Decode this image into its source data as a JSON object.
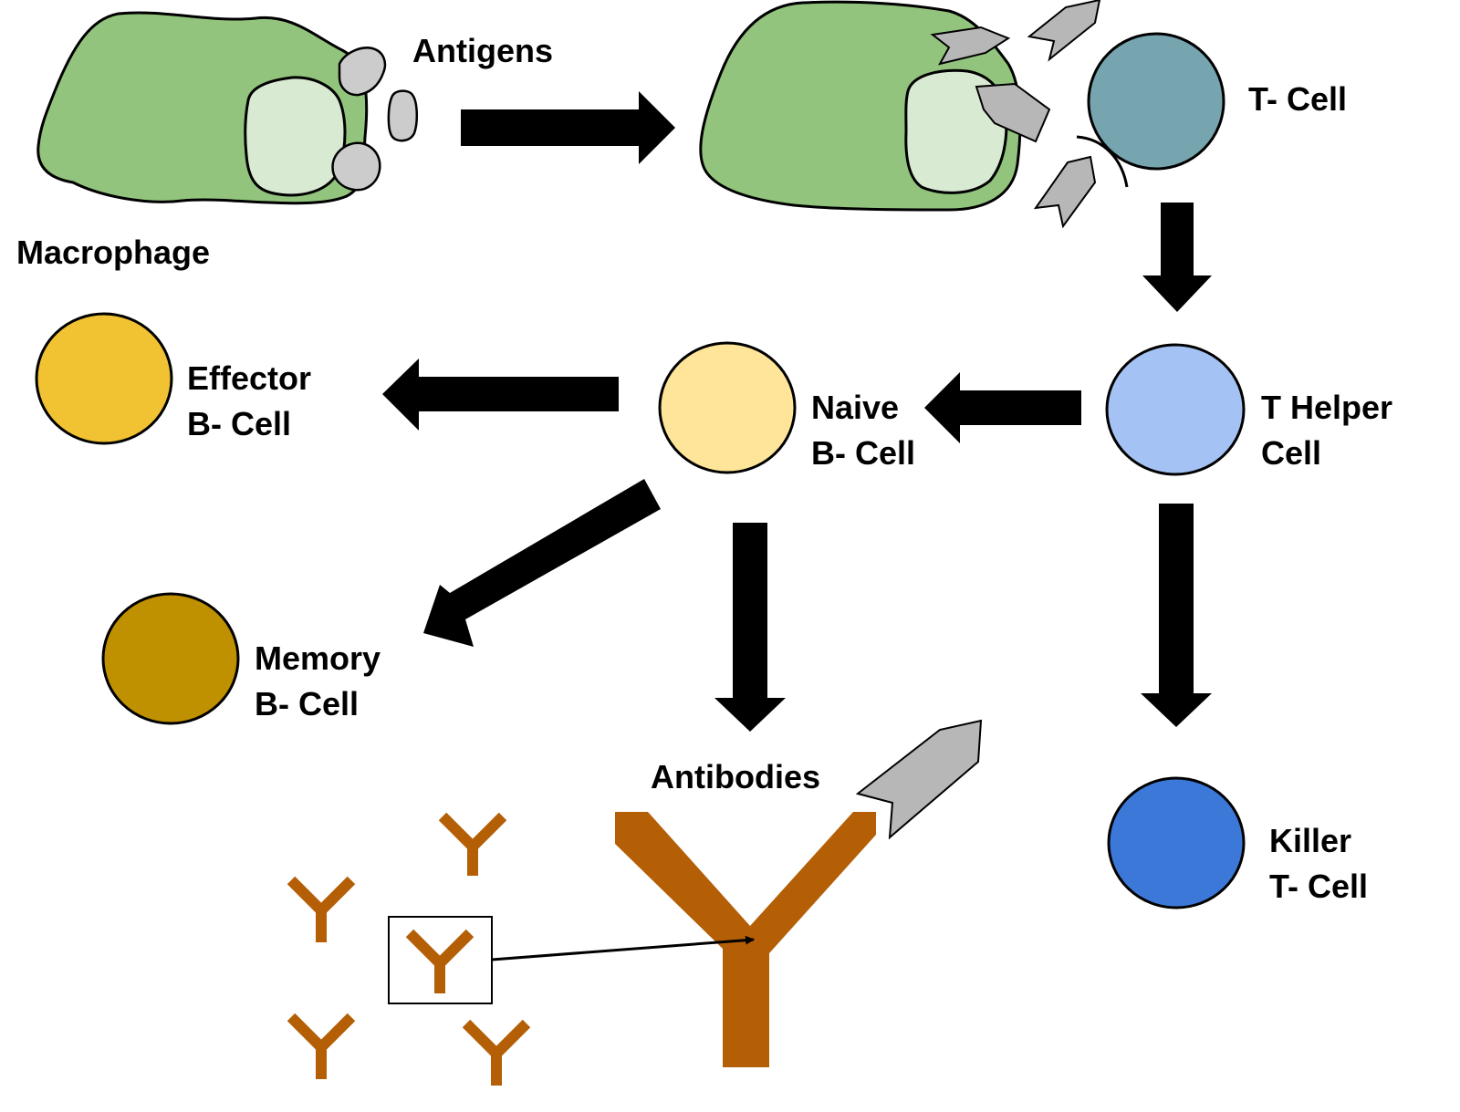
{
  "labels": {
    "macrophage": "Macrophage",
    "antigens": "Antigens",
    "t_cell": "T- Cell",
    "t_helper_line1": "T Helper",
    "t_helper_line2": "Cell",
    "naive_line1": "Naive",
    "naive_line2": "B- Cell",
    "effector_line1": "Effector",
    "effector_line2": "B- Cell",
    "memory_line1": "Memory",
    "memory_line2": "B- Cell",
    "killer_line1": "Killer",
    "killer_line2": "T- Cell",
    "antibodies": "Antibodies"
  },
  "colors": {
    "macrophage_body": "#93c47d",
    "macrophage_nucleus": "#d9ead3",
    "antigen": "#cccccc",
    "arrow_gray": "#b7b7b7",
    "t_cell": "#76a5af",
    "t_helper": "#a4c2f4",
    "naive_b": "#ffe599",
    "effector_b": "#f1c232",
    "memory_b": "#bf9000",
    "killer_t": "#3c78d8",
    "antibody": "#b45f06"
  }
}
